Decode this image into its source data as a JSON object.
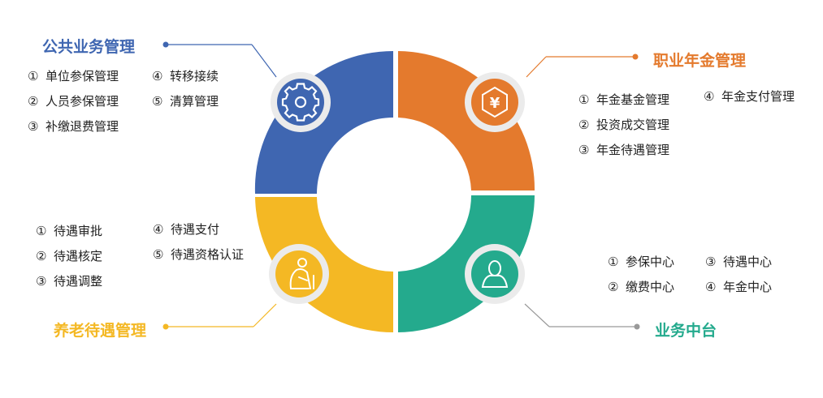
{
  "colors": {
    "blue": "#3f66b1",
    "orange": "#e47a2d",
    "yellow": "#f4b824",
    "teal": "#24aa8d",
    "icon_bg": "#ebebeb"
  },
  "sections": {
    "public": {
      "title": "公共业务管理",
      "icon": "gear-icon",
      "items": [
        {
          "num": "①",
          "label": "单位参保管理"
        },
        {
          "num": "②",
          "label": "人员参保管理"
        },
        {
          "num": "③",
          "label": "补缴退费管理"
        },
        {
          "num": "④",
          "label": "转移接续"
        },
        {
          "num": "⑤",
          "label": "清算管理"
        }
      ]
    },
    "annuity": {
      "title": "职业年金管理",
      "icon": "yen-hexagon-icon",
      "items": [
        {
          "num": "①",
          "label": "年金基金管理"
        },
        {
          "num": "②",
          "label": "投资成交管理"
        },
        {
          "num": "③",
          "label": "年金待遇管理"
        },
        {
          "num": "④",
          "label": "年金支付管理"
        }
      ]
    },
    "pension": {
      "title": "养老待遇管理",
      "icon": "elderly-person-icon",
      "items": [
        {
          "num": "①",
          "label": "待遇审批"
        },
        {
          "num": "②",
          "label": "待遇核定"
        },
        {
          "num": "③",
          "label": "待遇调整"
        },
        {
          "num": "④",
          "label": "待遇支付"
        },
        {
          "num": "⑤",
          "label": "待遇资格认证"
        }
      ]
    },
    "platform": {
      "title": "业务中台",
      "icon": "user-icon",
      "items": [
        {
          "num": "①",
          "label": "参保中心"
        },
        {
          "num": "②",
          "label": "缴费中心"
        },
        {
          "num": "③",
          "label": "待遇中心"
        },
        {
          "num": "④",
          "label": "年金中心"
        }
      ]
    }
  }
}
